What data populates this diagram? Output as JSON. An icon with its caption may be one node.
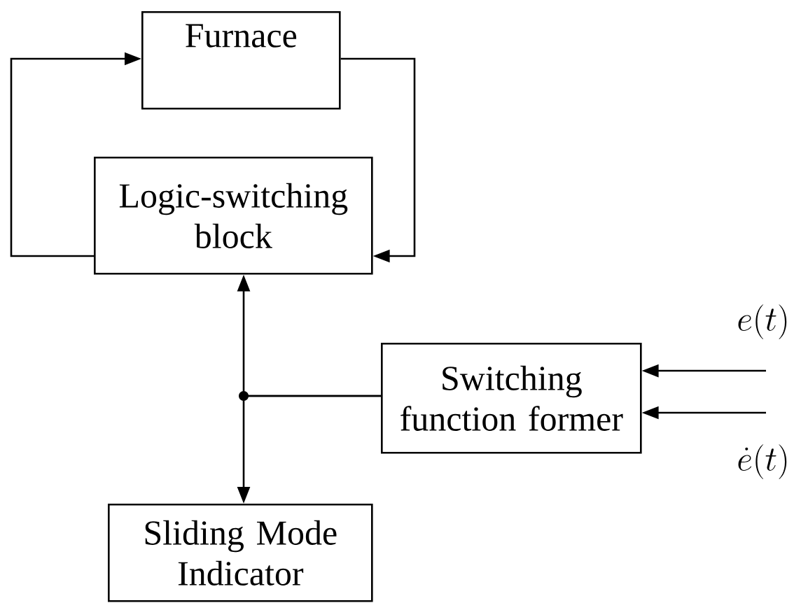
{
  "diagram": {
    "nodes": [
      {
        "text": [
          "Furnace"
        ]
      },
      {
        "text": [
          "Logic-switching block"
        ]
      },
      {
        "text": [
          "Switching function former"
        ]
      },
      {
        "text": [
          "Sliding Mode Indicator"
        ]
      }
    ],
    "edges": [
      {
        "from": 1,
        "to": 0,
        "arrow": "to"
      },
      {
        "from": 0,
        "to": 1,
        "arrow": "to"
      },
      {
        "from": 2,
        "to": 1,
        "arrow": "to"
      },
      {
        "from": 2,
        "to": 3,
        "arrow": "to"
      },
      {
        "from": null,
        "to": 2,
        "arrow": "to",
        "label": "e(t)"
      },
      {
        "from": null,
        "to": 2,
        "arrow": "to",
        "label": "\\dot{e}(t)"
      }
    ]
  }
}
